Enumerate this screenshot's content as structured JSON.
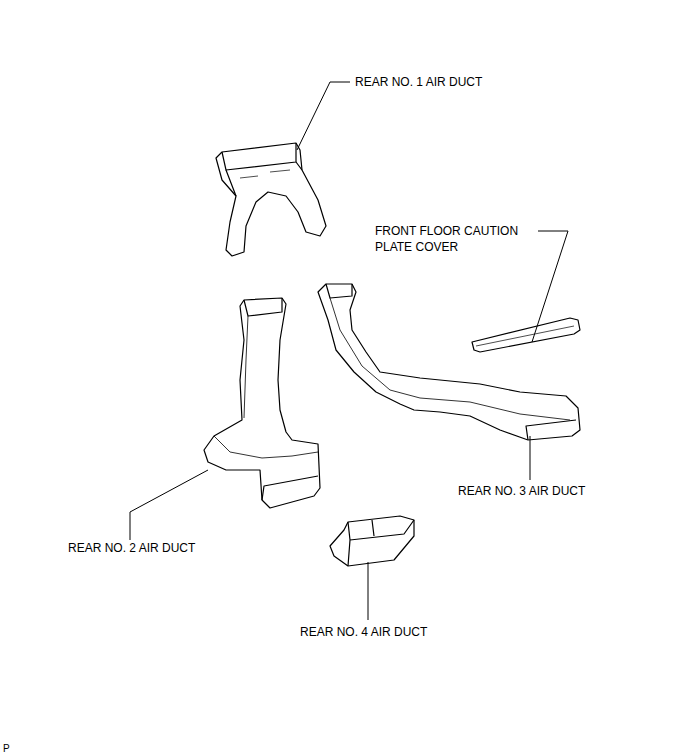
{
  "diagram": {
    "labels": [
      "REAR NO. 1 AIR DUCT",
      "FRONT FLOOR CAUTION PLATE COVER",
      "REAR NO. 3 AIR DUCT",
      "REAR NO. 2 AIR DUCT",
      "REAR NO. 4 AIR DUCT",
      "P"
    ]
  }
}
